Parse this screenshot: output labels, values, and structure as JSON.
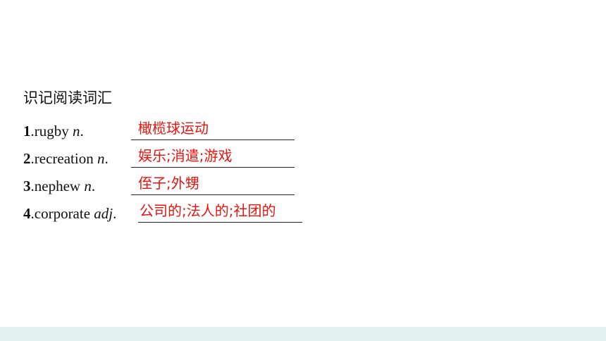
{
  "heading": "识记阅读词汇",
  "items": [
    {
      "num": "1",
      "word": ".rugby ",
      "pos": "n",
      "punct": ".",
      "answer": "橄榄球运动"
    },
    {
      "num": "2",
      "word": ".recreation ",
      "pos": "n",
      "punct": ".",
      "answer": "娱乐;消遣;游戏"
    },
    {
      "num": "3",
      "word": ".nephew ",
      "pos": "n",
      "punct": ".",
      "answer": "侄子;外甥"
    },
    {
      "num": "4",
      "word": ".corporate ",
      "pos": "adj",
      "punct": ".",
      "answer": "公司的;法人的;社团的"
    }
  ],
  "colors": {
    "answer": "#e8140f",
    "text": "#111111",
    "bottom_band": "#e3f1ef"
  }
}
